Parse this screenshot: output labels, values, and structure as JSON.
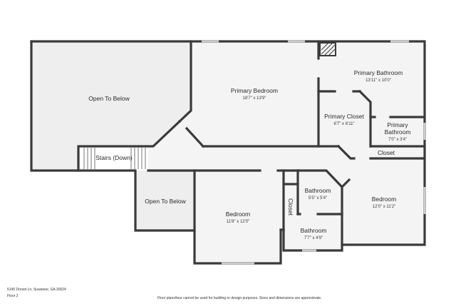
{
  "rooms": {
    "open_below_1": {
      "name": "Open To Below"
    },
    "primary_bedroom": {
      "name": "Primary Bedroom",
      "dim": "18'7\" x 13'9\""
    },
    "primary_bathroom": {
      "name": "Primary Bathroom",
      "dim": "13'11\" x 10'0\""
    },
    "primary_closet": {
      "name": "Primary Closet",
      "dim": "6'7\" x 6'11\""
    },
    "primary_bathroom_2": {
      "name_line1": "Primary",
      "name_line2": "Bathroom",
      "dim": "7'0\" x 3'4\""
    },
    "stairs": {
      "name": "Stairs (Down)"
    },
    "closet_1": {
      "name": "Closet"
    },
    "open_below_2": {
      "name": "Open To Below"
    },
    "bedroom_1": {
      "name": "Bedroom",
      "dim": "11'8\" x 12'0\""
    },
    "closet_2": {
      "name": "Closet"
    },
    "bathroom_1": {
      "name": "Bathroom",
      "dim": "5'5\" x 5'4\""
    },
    "bathroom_2": {
      "name": "Bathroom",
      "dim": "7'7\" x 4'9\""
    },
    "bedroom_2": {
      "name": "Bedroom",
      "dim": "12'0\" x 11'2\""
    }
  },
  "footer": {
    "address": "5145 Dorset Ln, Suwanee, GA 30024",
    "floor": "Floor 2",
    "disclaimer": "Floor plans/tour cannot be used for building or design purposes. Sizes and dimensions are approximate."
  },
  "colors": {
    "wall": "#3a3a3a",
    "floor": "#f4f4f4",
    "open_below": "#eeeeee",
    "window": "#9a9a9a"
  }
}
